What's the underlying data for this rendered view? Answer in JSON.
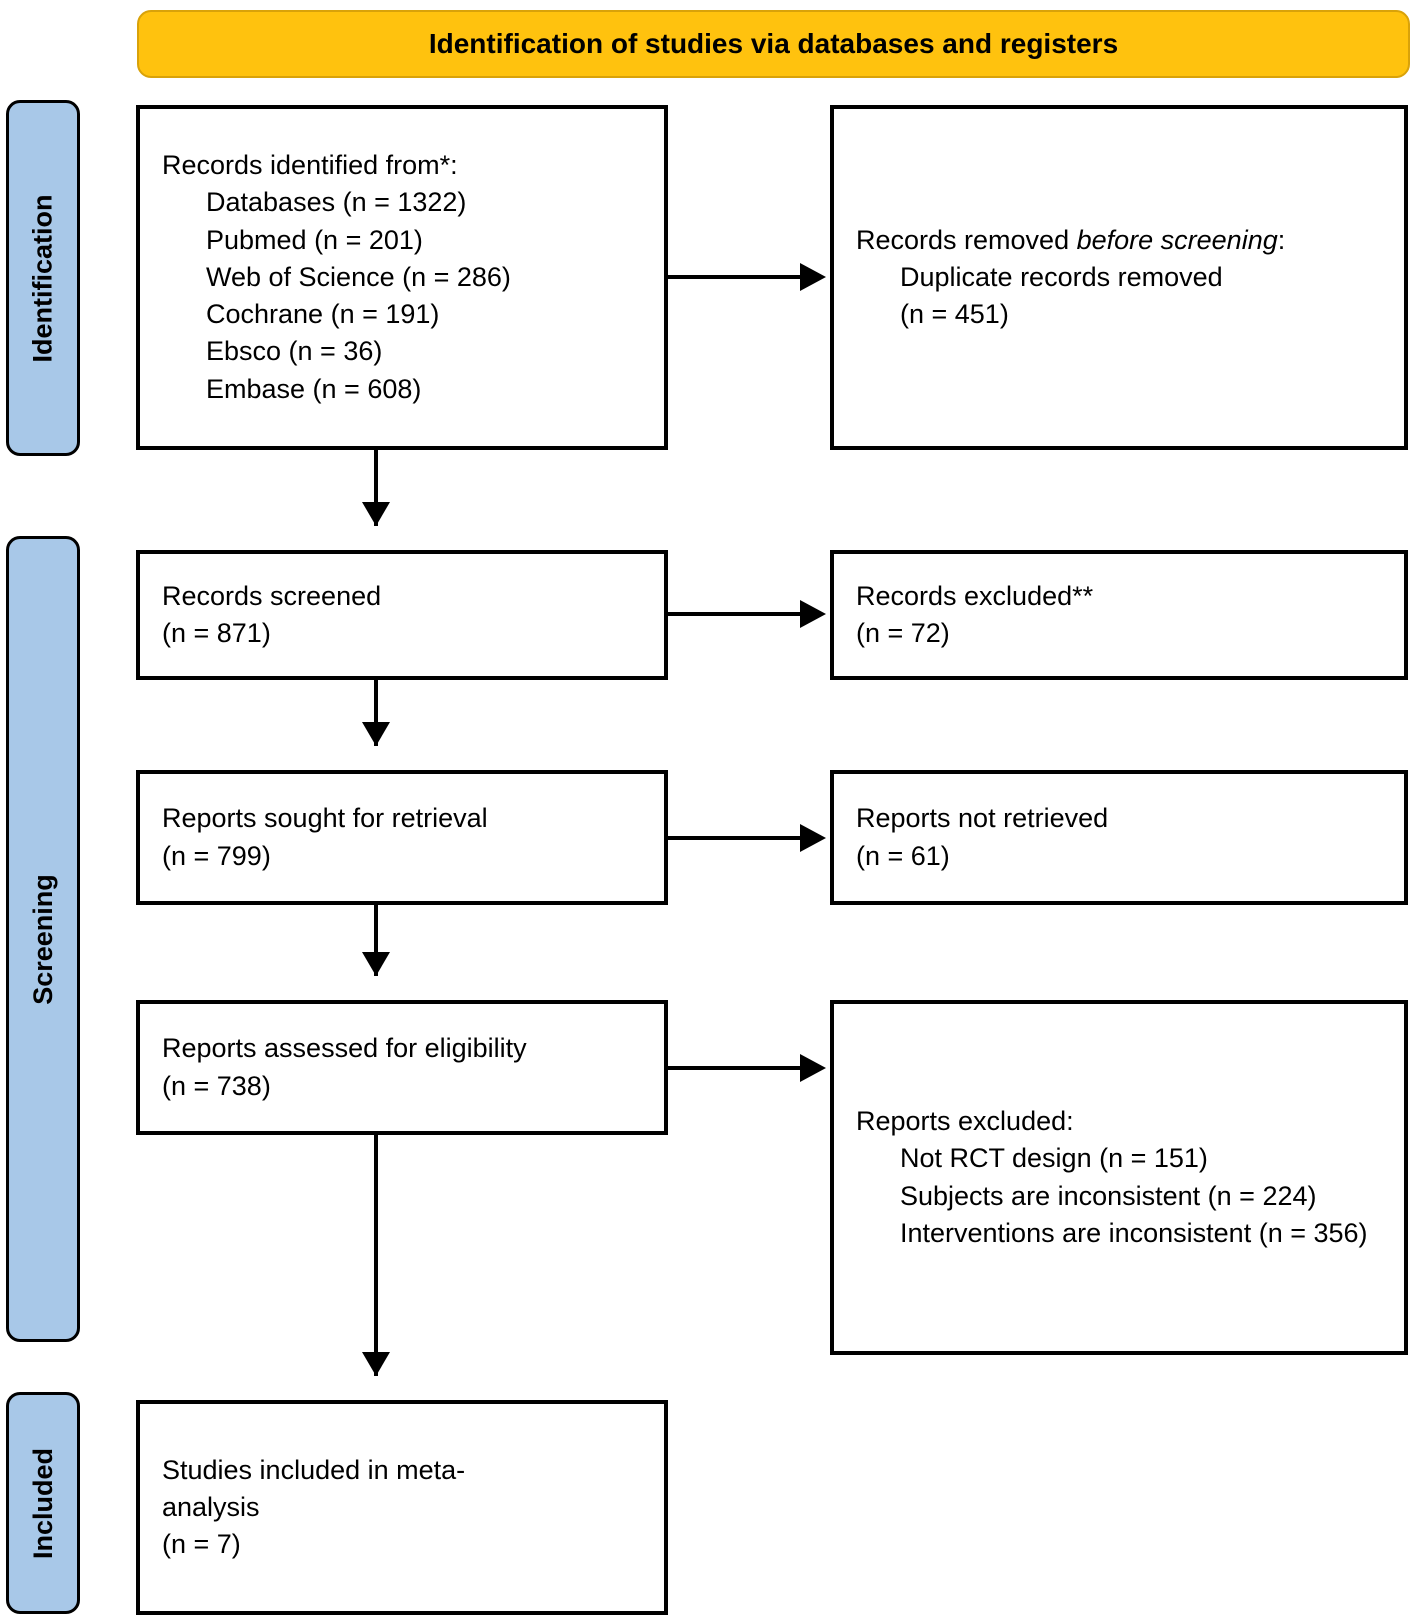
{
  "banner": {
    "title": "Identification of studies via databases and registers"
  },
  "stages": [
    {
      "key": "identification",
      "label": "Identification"
    },
    {
      "key": "screening",
      "label": "Screening"
    },
    {
      "key": "included",
      "label": "Included"
    }
  ],
  "boxes": {
    "identified": {
      "heading": "Records identified from*:",
      "items": [
        "Databases (n = 1322)",
        "Pubmed (n = 201)",
        "Web of Science (n = 286)",
        "Cochrane (n = 191)",
        "Ebsco (n = 36)",
        "Embase (n = 608)"
      ]
    },
    "removed": {
      "heading_plain": "Records removed ",
      "heading_italic": "before screening",
      "heading_colon": ":",
      "item": "Duplicate records removed",
      "count": "(n = 451)"
    },
    "screened": {
      "label": "Records screened",
      "count": "(n = 871)"
    },
    "excluded_records": {
      "label": "Records excluded**",
      "count": "(n = 72)"
    },
    "sought": {
      "label": "Reports sought for retrieval",
      "count": "(n = 799)"
    },
    "not_retrieved": {
      "label": "Reports not retrieved",
      "count": "(n = 61)"
    },
    "assessed": {
      "label": "Reports assessed for eligibility",
      "count": "(n = 738)"
    },
    "excluded_reports": {
      "heading": "Reports excluded:",
      "items": [
        "Not RCT design (n = 151)",
        "Subjects are inconsistent (n = 224)",
        "Interventions are inconsistent (n = 356)"
      ]
    },
    "included": {
      "label_line1": "Studies included in meta-",
      "label_line2": "analysis",
      "count": "(n = 7)"
    }
  },
  "colors": {
    "banner_fill": "#FFC20E",
    "banner_border": "#D9A209",
    "stage_fill": "#A8C8E8",
    "outline": "#000000"
  }
}
